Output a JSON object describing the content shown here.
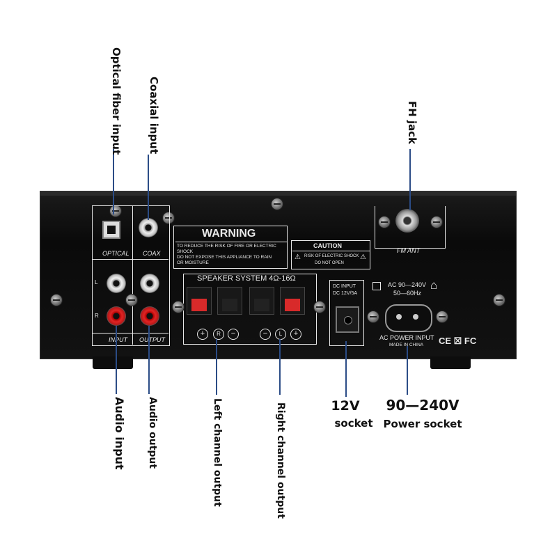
{
  "callouts": {
    "optical": "Optical fiber input",
    "coaxial": "Coaxial input",
    "fh_jack": "FH jack",
    "audio_input": "Audio input",
    "audio_output": "Audio output",
    "left_channel": "Left channel output",
    "right_channel": "Right channel output",
    "v12_line1": "12V",
    "v12_line2": "socket",
    "power_line1": "90—240V",
    "power_line2": "Power socket"
  },
  "panel": {
    "optical": "OPTICAL",
    "coax": "COAX",
    "input": "INPUT",
    "output": "OUTPUT",
    "ch_l": "L",
    "ch_r": "R",
    "warning_title": "WARNING",
    "warning_line1": "TO REDUCE THE RISK OF FIRE OR ELECTRIC",
    "warning_line2": "SHOCK",
    "warning_line3": "DO NOT EXPOSE THIS APPLIANCE TO RAIN",
    "warning_line4": "OR MOISTURE",
    "caution_title": "CAUTION",
    "caution_line1": "RISK OF ELECTRIC SHOCK",
    "caution_line2": "DO NOT OPEN",
    "speaker_system": "SPEAKER SYSTEM 4Ω-16Ω",
    "fm_ant": "FM ANT",
    "dc_input_1": "DC INPUT",
    "dc_input_2": "DC 12V/5A",
    "ac_spec_1": "AC 90—240V",
    "ac_spec_2": "50—60Hz",
    "ac_power_input": "AC POWER INPUT",
    "made_in": "MADE IN CHINA",
    "cert_marks": "CE ☒ FC",
    "spk_plus": "+",
    "spk_minus": "−",
    "spk_r": "R",
    "spk_l": "L"
  },
  "colors": {
    "leader": "#2b4c86",
    "chassis": "#111111",
    "red_jack": "#e02424",
    "panel_print": "#e8e8e8"
  }
}
